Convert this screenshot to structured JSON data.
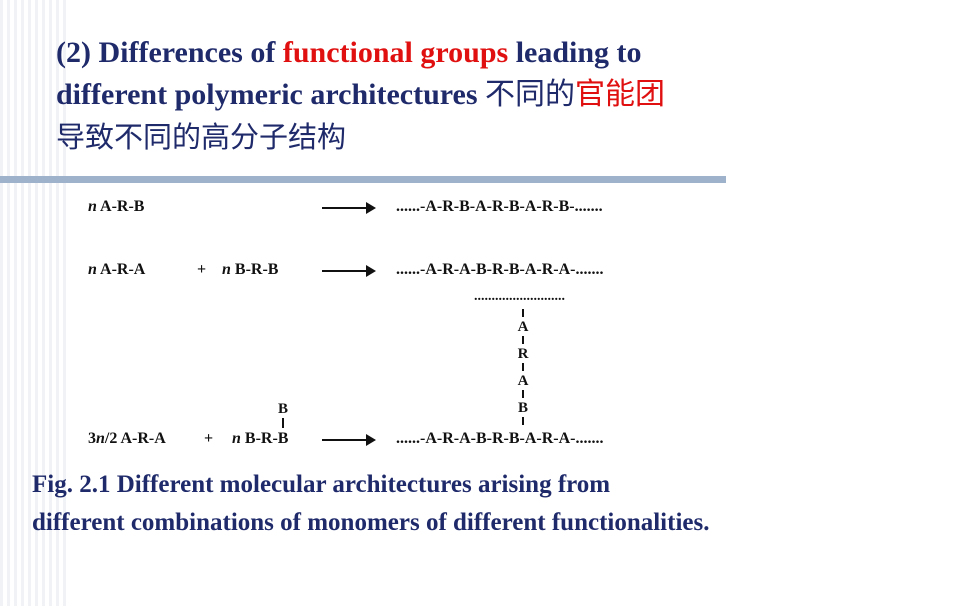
{
  "title": {
    "line1_prefix": "(2) Differences of ",
    "line1_highlight": "functional groups",
    "line1_suffix": " leading to",
    "line2_prefix": "different polymeric architectures ",
    "line2_cjk": "不同的",
    "line2_cjk_highlight": "官能团",
    "line3": "导致不同的高分子结构"
  },
  "figure": {
    "row1": {
      "n": "n",
      "reactant": " A-R-B",
      "product": "......-A-R-B-A-R-B-A-R-B-......."
    },
    "row2": {
      "n1": "n",
      "reactant1": " A-R-A",
      "plus": "+",
      "n2": "n",
      "reactant2": " B-R-B",
      "product": "......-A-R-A-B-R-B-A-R-A-......."
    },
    "branch": {
      "dots": "..........................",
      "chain": [
        "A",
        "R",
        "A",
        "B"
      ]
    },
    "row3": {
      "coef": "3",
      "coef_n": "n",
      "coef_rest": "/2 A-R-A",
      "plus": "+",
      "n": "n",
      "reactant2": " B-R-B",
      "branch_top": "B",
      "product": "......-A-R-A-B-R-B-A-R-A-......."
    }
  },
  "caption": {
    "line1": "Fig. 2.1  Different molecular architectures arising from",
    "line2": "different combinations of monomers of different functionalities."
  }
}
